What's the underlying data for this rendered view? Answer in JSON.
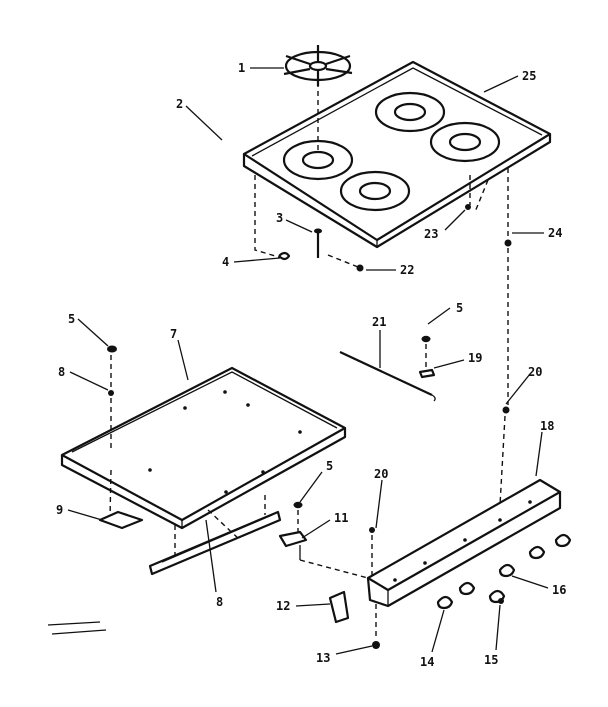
{
  "callouts": [
    {
      "id": "c1",
      "label": "1"
    },
    {
      "id": "c2",
      "label": "2"
    },
    {
      "id": "c3",
      "label": "3"
    },
    {
      "id": "c4",
      "label": "4"
    },
    {
      "id": "c5a",
      "label": "5"
    },
    {
      "id": "c5b",
      "label": "5"
    },
    {
      "id": "c5c",
      "label": "5"
    },
    {
      "id": "c7",
      "label": "7"
    },
    {
      "id": "c8a",
      "label": "8"
    },
    {
      "id": "c8b",
      "label": "8"
    },
    {
      "id": "c9",
      "label": "9"
    },
    {
      "id": "c11",
      "label": "11"
    },
    {
      "id": "c12",
      "label": "12"
    },
    {
      "id": "c13",
      "label": "13"
    },
    {
      "id": "c14",
      "label": "14"
    },
    {
      "id": "c15",
      "label": "15"
    },
    {
      "id": "c16",
      "label": "16"
    },
    {
      "id": "c18",
      "label": "18"
    },
    {
      "id": "c19",
      "label": "19"
    },
    {
      "id": "c20a",
      "label": "20"
    },
    {
      "id": "c20b",
      "label": "20"
    },
    {
      "id": "c21",
      "label": "21"
    },
    {
      "id": "c22",
      "label": "22"
    },
    {
      "id": "c23",
      "label": "23"
    },
    {
      "id": "c24",
      "label": "24"
    },
    {
      "id": "c25",
      "label": "25"
    }
  ]
}
